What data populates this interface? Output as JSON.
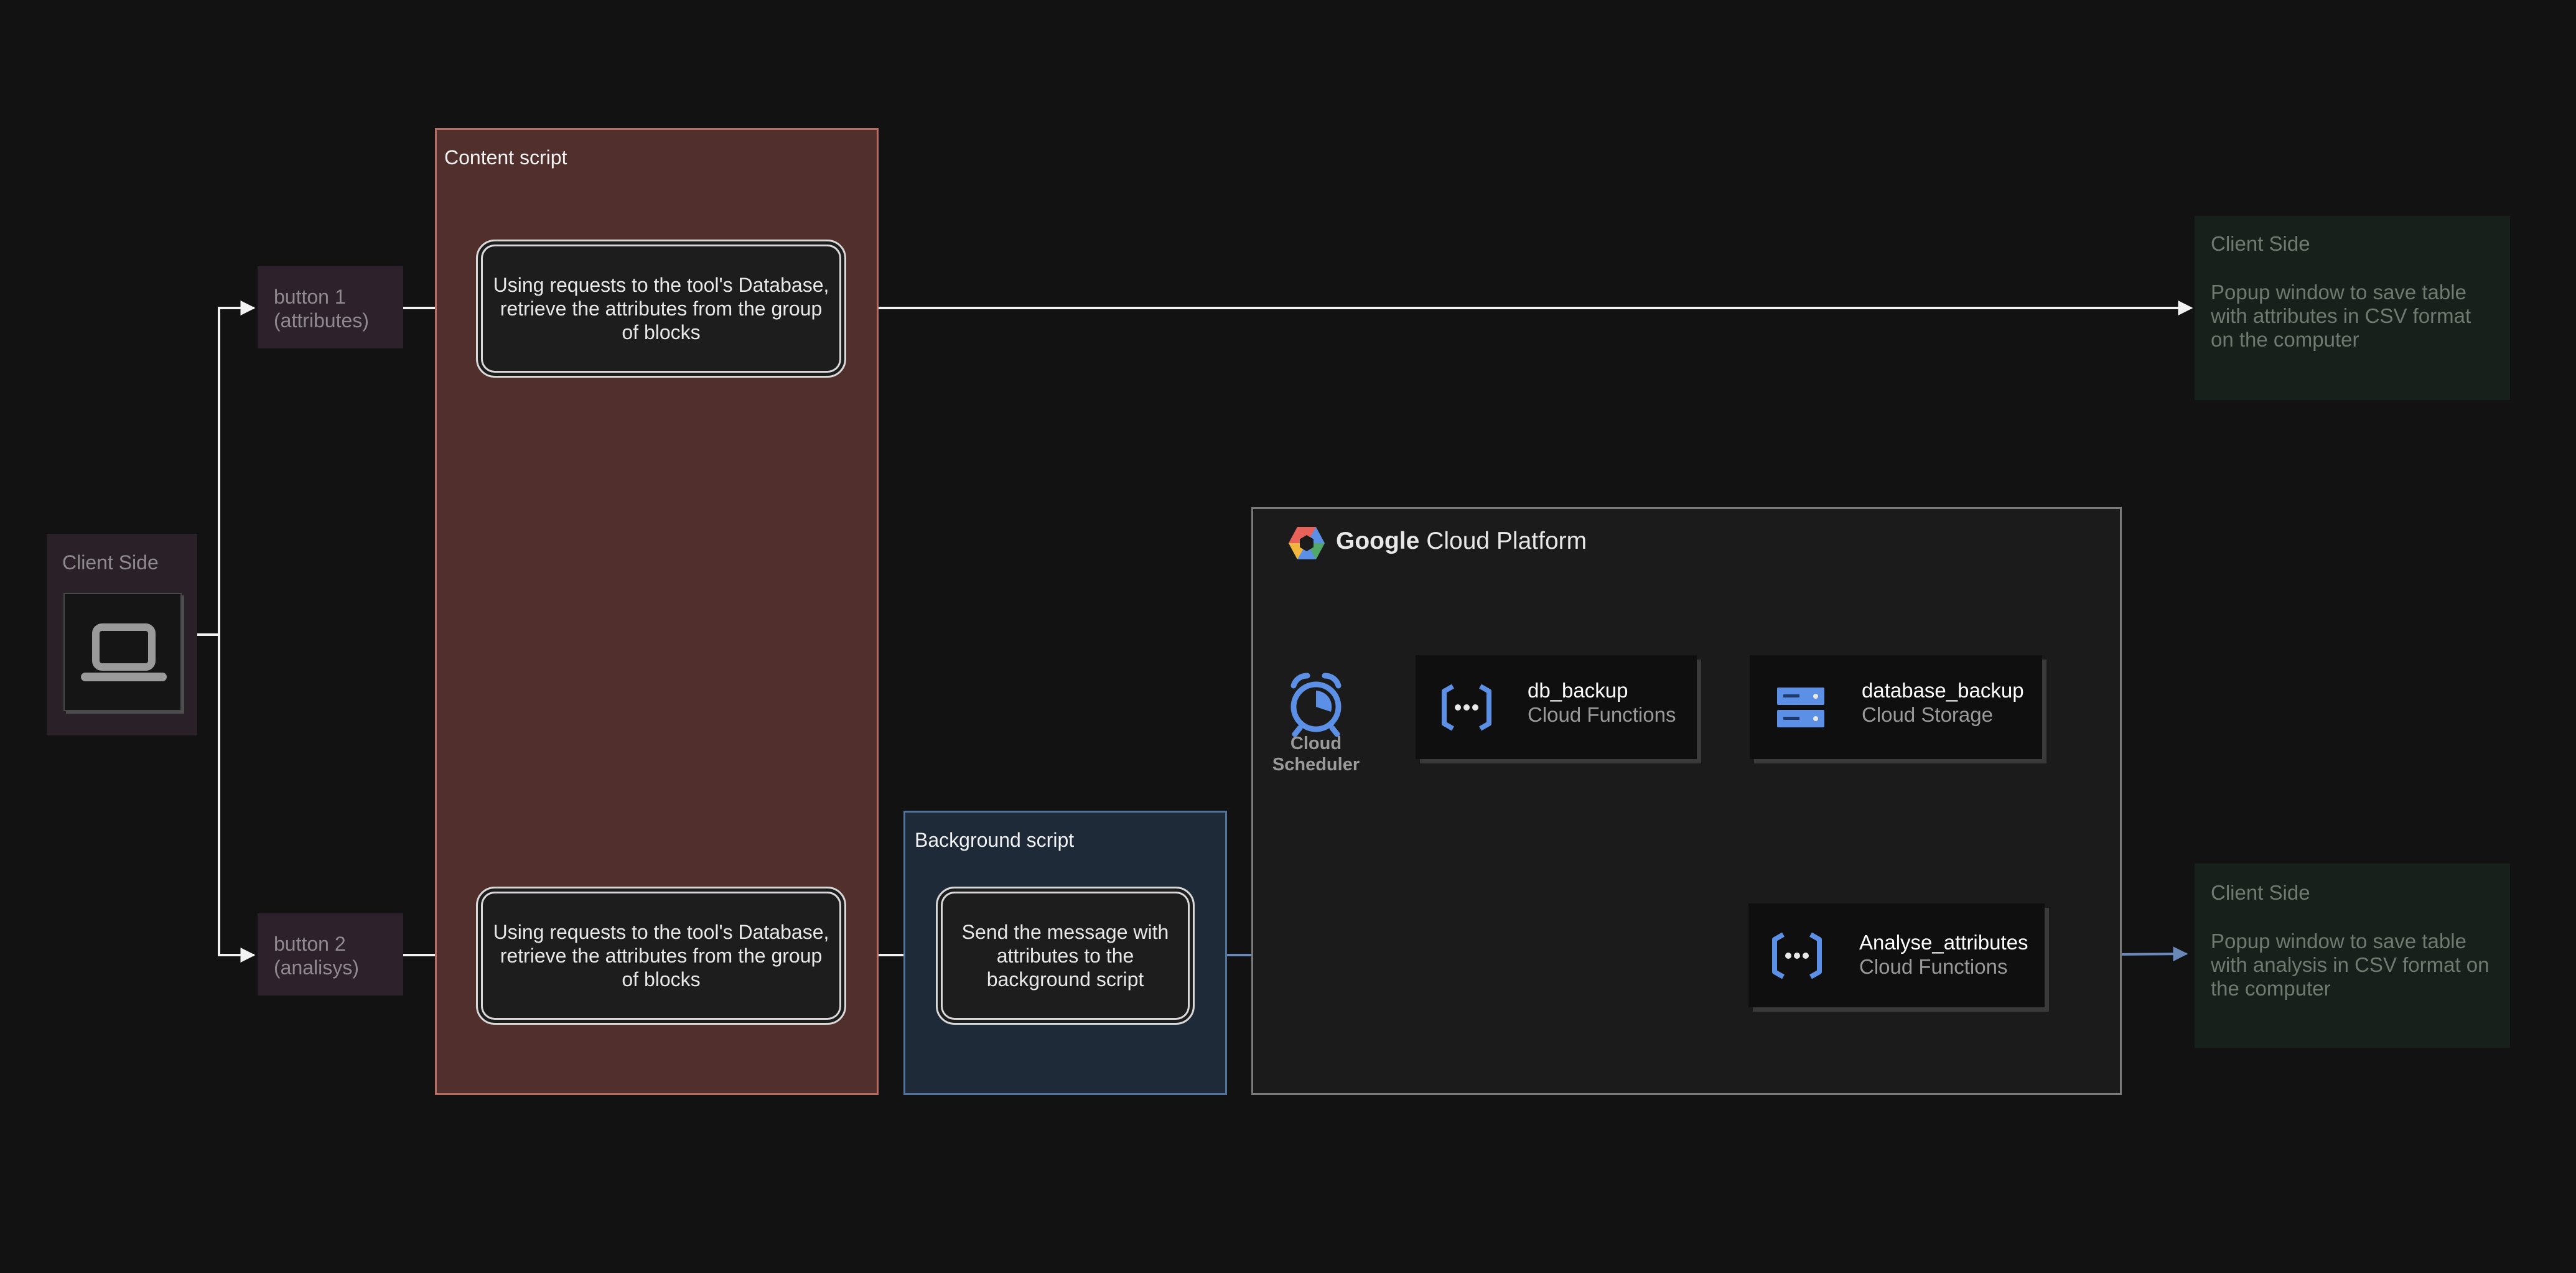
{
  "client_side_main": {
    "label": "Client Side"
  },
  "buttons": {
    "button1": {
      "line1": "button 1",
      "line2": "(attributes)"
    },
    "button2": {
      "line1": "button 2",
      "line2": "(analisys)"
    }
  },
  "content_script": {
    "label": "Content script",
    "process_top": "Using requests to the tool's Database, retrieve the attributes from the group of blocks",
    "process_bottom": "Using requests to the tool's Database, retrieve the attributes from the group of blocks"
  },
  "background_script": {
    "label": "Background script",
    "process": "Send the message with attributes to the background script"
  },
  "gcp": {
    "brand": "Google",
    "product": "Cloud Platform",
    "scheduler": {
      "line1": "Cloud",
      "line2": "Scheduler"
    },
    "db_backup": {
      "title": "db_backup",
      "subtitle": "Cloud Functions"
    },
    "database_backup": {
      "title": "database_backup",
      "subtitle": "Cloud Storage"
    },
    "analyse_attributes": {
      "title": "Analyse_attributes",
      "subtitle": "Cloud Functions"
    }
  },
  "client_side_top": {
    "title": "Client Side",
    "description": "Popup window to save table with attributes in CSV format on the computer"
  },
  "client_side_bottom": {
    "title": "Client Side",
    "description": "Popup window to save table with analysis in CSV format on the computer"
  },
  "icons": {
    "laptop": "laptop-icon",
    "gcp_logo": "gcp-logo-icon",
    "scheduler": "cloud-scheduler-icon",
    "functions": "cloud-functions-icon",
    "storage": "cloud-storage-icon"
  },
  "colors": {
    "background": "#121212",
    "content_script_fill": "#512f2d",
    "content_script_border": "#b76b63",
    "background_script_fill": "#1e2a38",
    "background_script_border": "#52739b",
    "gcp_border": "#7a7a7a",
    "connector_white": "#f2f2f2",
    "connector_blue": "#6a88b8",
    "gcp_icon_blue": "#5c8fe6"
  }
}
